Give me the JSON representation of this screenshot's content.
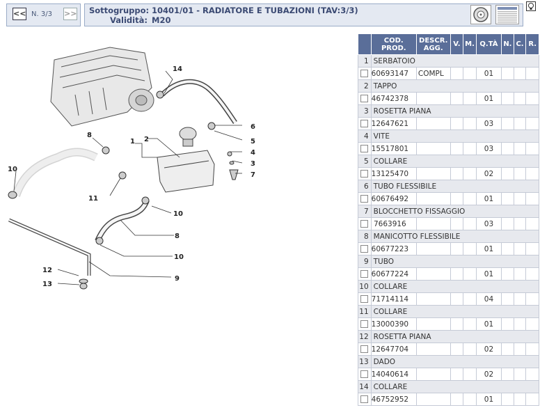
{
  "nav": {
    "prev_label": "<<",
    "next_label": ">>",
    "page_label": "N. 3/3"
  },
  "header": {
    "sottogruppo_label": "Sottogruppo:",
    "sottogruppo_value": "10401/01 - RADIATORE E TUBAZIONI (TAV:3/3)",
    "validita_label": "Validità:",
    "validita_value": "M20"
  },
  "table": {
    "headers": {
      "code_line1": "COD.",
      "code_line2": "PROD.",
      "descr_line1": "DESCR.",
      "descr_line2": "AGG.",
      "v": "V.",
      "m": "M.",
      "qta": "Q.TÀ",
      "n": "N.",
      "c": "C.",
      "r": "R."
    },
    "rows": [
      {
        "idx": "1",
        "name": "SERBATOIO",
        "code": "60693147",
        "descr": "COMPL",
        "qty": "01"
      },
      {
        "idx": "2",
        "name": "TAPPO",
        "code": "46742378",
        "descr": "",
        "qty": "01"
      },
      {
        "idx": "3",
        "name": "ROSETTA PIANA",
        "code": "12647621",
        "descr": "",
        "qty": "03"
      },
      {
        "idx": "4",
        "name": "VITE",
        "code": "15517801",
        "descr": "",
        "qty": "03"
      },
      {
        "idx": "5",
        "name": "COLLARE",
        "code": "13125470",
        "descr": "",
        "qty": "02"
      },
      {
        "idx": "6",
        "name": "TUBO FLESSIBILE",
        "code": "60676492",
        "descr": "",
        "qty": "01"
      },
      {
        "idx": "7",
        "name": "BLOCCHETTO FISSAGGIO",
        "code": " 7663916",
        "descr": "",
        "qty": "03"
      },
      {
        "idx": "8",
        "name": "MANICOTTO FLESSIBILE",
        "code": "60677223",
        "descr": "",
        "qty": "01"
      },
      {
        "idx": "9",
        "name": "TUBO",
        "code": "60677224",
        "descr": "",
        "qty": "01"
      },
      {
        "idx": "10",
        "name": "COLLARE",
        "code": "71714114",
        "descr": "",
        "qty": "04"
      },
      {
        "idx": "11",
        "name": "COLLARE",
        "code": "13000390",
        "descr": "",
        "qty": "01"
      },
      {
        "idx": "12",
        "name": "ROSETTA PIANA",
        "code": "12647704",
        "descr": "",
        "qty": "02"
      },
      {
        "idx": "13",
        "name": "DADO",
        "code": "14040614",
        "descr": "",
        "qty": "02"
      },
      {
        "idx": "14",
        "name": "COLLARE",
        "code": "46752952",
        "descr": "",
        "qty": "01"
      }
    ]
  },
  "diagram": {
    "callouts": [
      "1",
      "2",
      "3",
      "4",
      "5",
      "6",
      "7",
      "8",
      "9",
      "10",
      "10",
      "10",
      "11",
      "12",
      "13",
      "14"
    ]
  },
  "icons": {
    "wheel": "wheel-thumbnail-icon",
    "list": "parts-list-thumbnail-icon",
    "help": "lightbulb-help-icon"
  }
}
